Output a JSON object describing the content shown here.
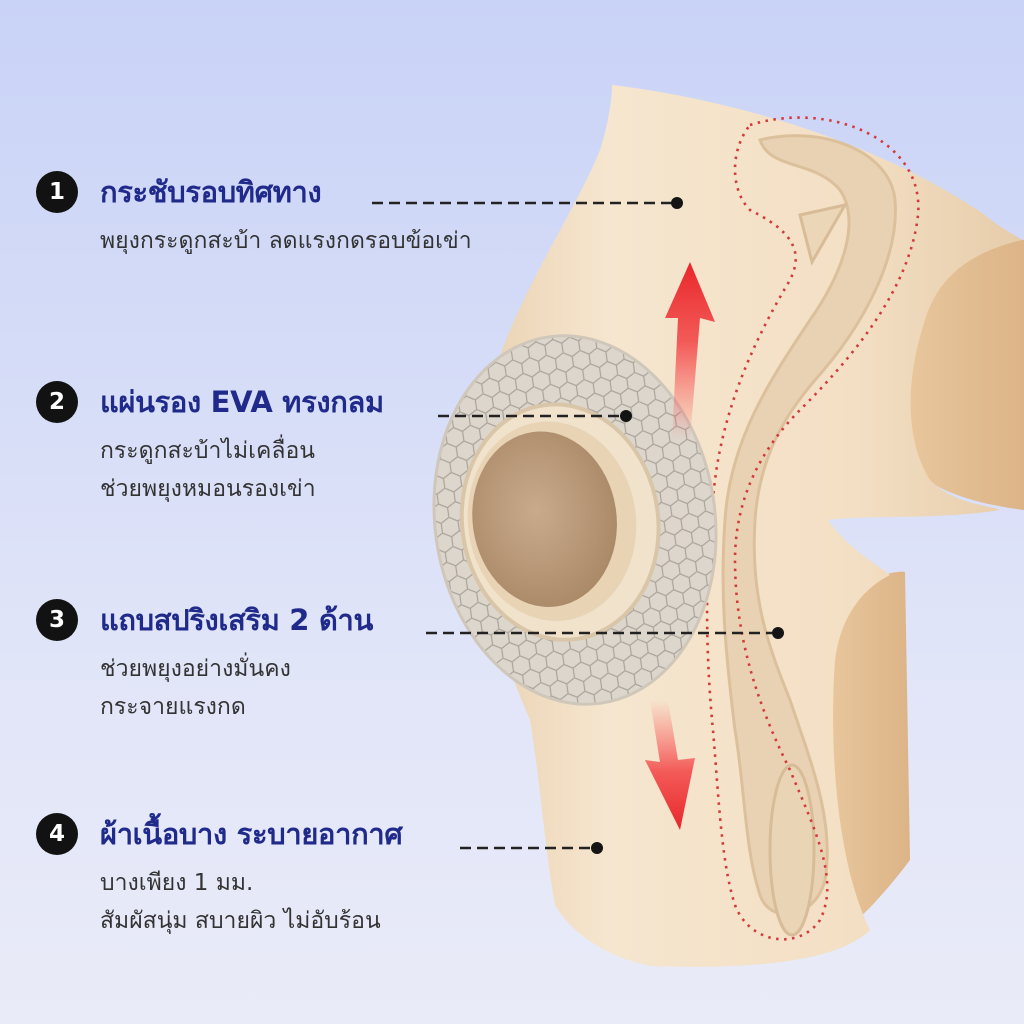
{
  "features": [
    {
      "number": "1",
      "title": "กระชับรอบทิศทาง",
      "lines": [
        "พยุงกระดูกสะบ้า ลดแรงกดรอบข้อเข่า"
      ]
    },
    {
      "number": "2",
      "title": "แผ่นรอง EVA ทรงกลม",
      "lines": [
        "กระดูกสะบ้าไม่เคลื่อน",
        "ช่วยพยุงหมอนรองเข่า"
      ]
    },
    {
      "number": "3",
      "title": "แถบสปริงเสริม 2 ด้าน",
      "lines": [
        "ช่วยพยุงอย่างมั่นคง",
        "กระจายแรงกด"
      ]
    },
    {
      "number": "4",
      "title": "ผ้าเนื้อบาง ระบายอากาศ",
      "lines": [
        "บางเพียง 1 มม.",
        "สัมผัสนุ่ม สบายผิว ไม่อับร้อน"
      ]
    }
  ],
  "colors": {
    "title": "#1f2a8a",
    "badge": "#121212",
    "fabric": "#f3dfc4",
    "stitch": "#d33a3a",
    "arrow": "#e8262a"
  },
  "icons": {
    "arrow_up": "red-up-arrow-icon",
    "arrow_down": "red-down-arrow-icon"
  }
}
